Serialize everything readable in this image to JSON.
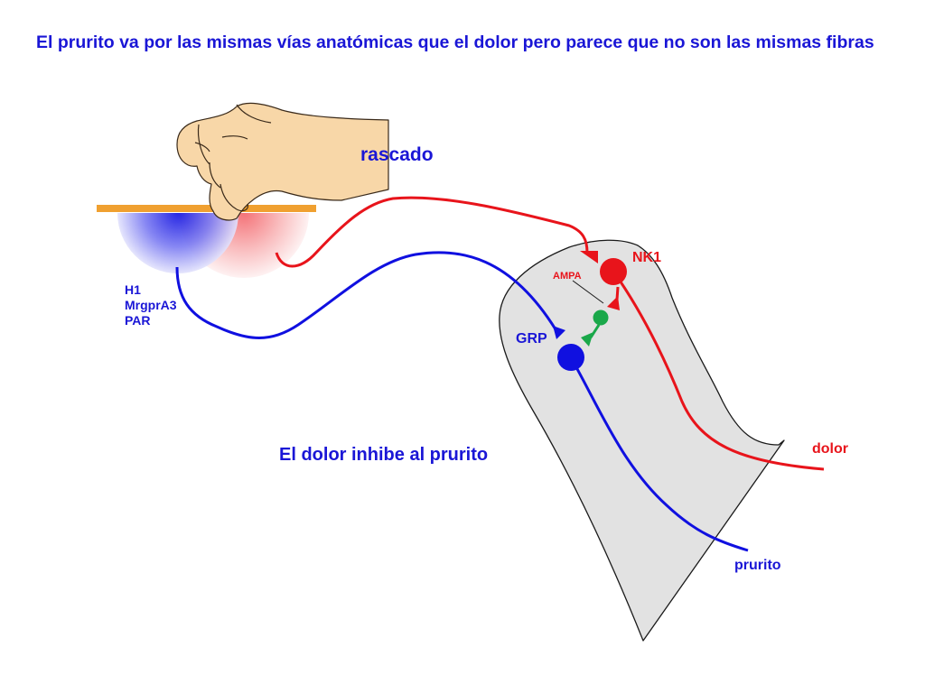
{
  "title": "El prurito va por las mismas vías anatómicas que el dolor pero parece que no son las mismas fibras",
  "labels": {
    "rascado": "rascado",
    "inhibition": "El dolor inhibe al prurito",
    "receptors": [
      "H1",
      "MrgprA3",
      "PAR"
    ],
    "nk1": "NK1",
    "ampa": "AMPA",
    "grp": "GRP",
    "pain_fiber": "dolor",
    "itch_fiber": "prurito"
  },
  "colors": {
    "title_text": "#1a16d6",
    "itch_pathway": "#1010e0",
    "pain_pathway": "#e8141b",
    "interneuron": "#1aa84a",
    "skin_bar": "#f0a030",
    "hand": "#f8d7a8",
    "spinal_cord": "#e2e2e2"
  },
  "icons": {
    "hand": "scratching-hand-icon",
    "itch_neuron": "blue-neuron-icon",
    "pain_neuron": "red-neuron-icon",
    "interneuron": "green-interneuron-icon"
  }
}
